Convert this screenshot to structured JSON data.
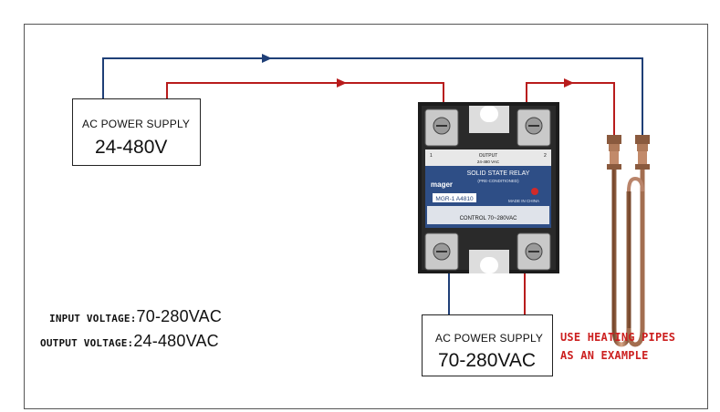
{
  "power_supply_top": {
    "title": "AC POWER SUPPLY",
    "voltage": "24-480V"
  },
  "power_supply_bottom": {
    "title": "AC POWER SUPPLY",
    "voltage": "70-280VAC"
  },
  "specs": {
    "input_label": "INPUT VOLTAGE:",
    "input_value": "70-280VAC",
    "output_label": "OUTPUT VOLTAGE:",
    "output_value": "24-480VAC"
  },
  "heating_note": {
    "line1": "USE HEATING PIPES",
    "line2": "AS AN EXAMPLE"
  },
  "relay": {
    "brand": "mager",
    "title": "SOLID STATE RELAY",
    "subtitle": "(PRE-CONDITIONED)",
    "model": "MGR-1 A4810",
    "made_in": "MADE IN CHINA",
    "output_label": "OUTPUT",
    "output_rating": "24-480 VAC",
    "control_label": "CONTROL 70~280VAC",
    "terminal_1": "1",
    "terminal_2": "2"
  },
  "colors": {
    "wire_blue": "#1f3f77",
    "wire_red": "#b81c1c",
    "accent_text": "#cc1f1f",
    "relay_panel": "#2e4e86"
  }
}
